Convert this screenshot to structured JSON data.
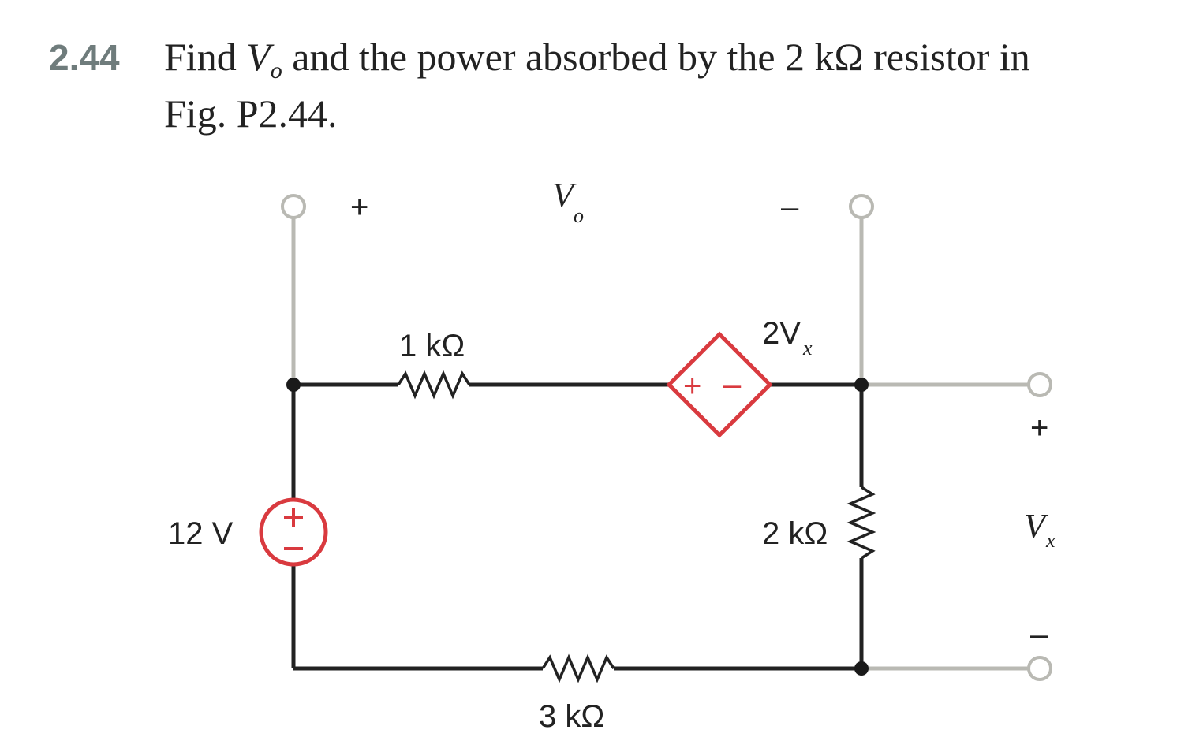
{
  "problem": {
    "number": "2.44",
    "text_part1": "Find ",
    "text_var": "V",
    "text_var_sub": "o",
    "text_part2": " and the power absorbed by the 2 kΩ resistor in",
    "text_line2": "Fig. P2.44."
  },
  "circuit": {
    "vo_label": "V",
    "vo_sub": "o",
    "vo_plus": "+",
    "vo_minus": "–",
    "r1_label": "1 kΩ",
    "r2_label": "2 kΩ",
    "r3_label": "3 kΩ",
    "source_label": "12 V",
    "source_plus": "+",
    "source_minus": "–",
    "dep_label": "2V",
    "dep_sub": "x",
    "dep_plus": "+",
    "dep_minus": "–",
    "vx_label": "V",
    "vx_sub": "x",
    "vx_plus": "+",
    "vx_minus": "–",
    "colors": {
      "wire": "#222222",
      "terminal_lead": "#b9b9b3",
      "source_red": "#d93a3f",
      "problem_number": "#6f7c7c"
    }
  }
}
